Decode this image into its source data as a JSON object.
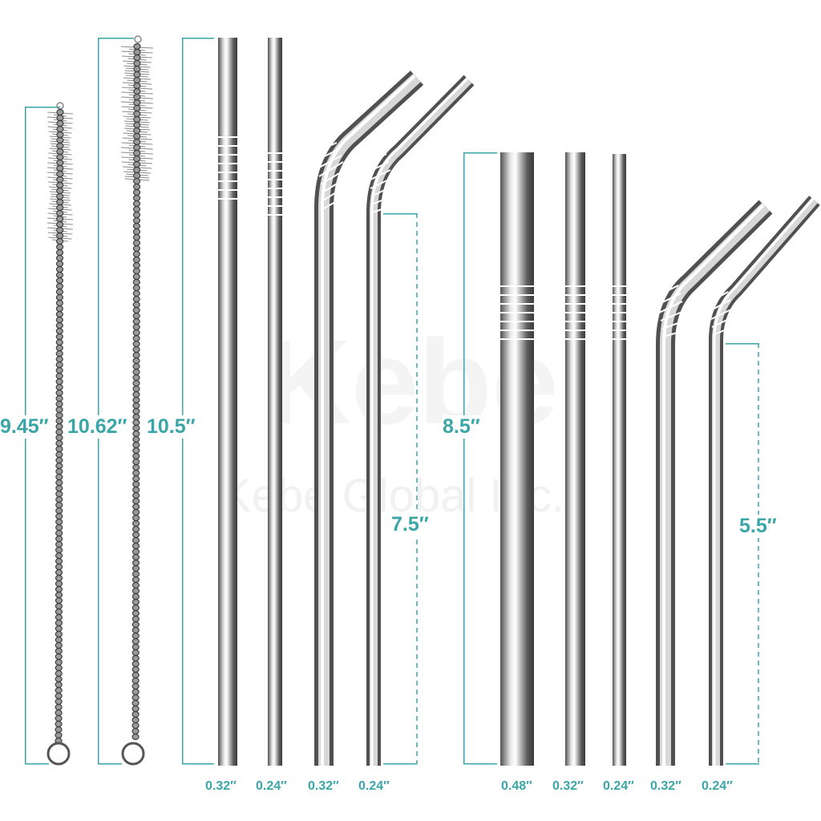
{
  "watermark": {
    "brand": "Kebe",
    "company": "Kebe Global Inc."
  },
  "colors": {
    "accent": "#3aa6a8",
    "steel_dark": "#4d4d4d",
    "steel_light": "#ffffff",
    "brush_bristle": "#9a9a9a"
  },
  "brushes": [
    {
      "length": "9.45″"
    },
    {
      "length": "10.62″"
    }
  ],
  "group_long": {
    "length_straight": "10.5″",
    "length_bent": "7.5″",
    "diameters": [
      "0.32″",
      "0.24″",
      "0.32″",
      "0.24″"
    ]
  },
  "group_short": {
    "length_straight": "8.5″",
    "length_bent": "5.5″",
    "diameters": [
      "0.48″",
      "0.32″",
      "0.24″",
      "0.32″",
      "0.24″"
    ]
  }
}
